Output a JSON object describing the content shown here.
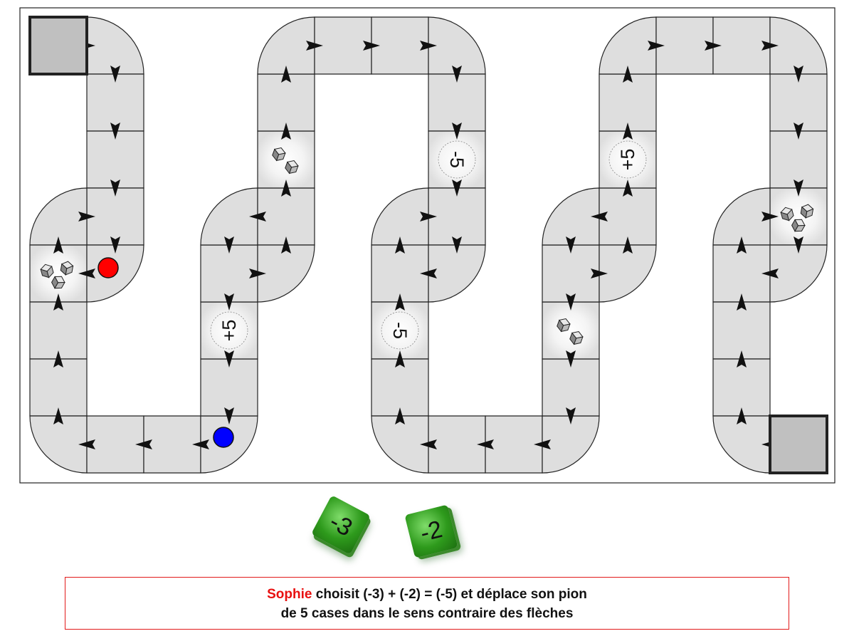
{
  "board": {
    "special_labels": {
      "plus5": "+5",
      "minus5": "-5"
    },
    "pawns": [
      {
        "player": "red",
        "color": "#ff0000"
      },
      {
        "player": "blue",
        "color": "#0000ff"
      }
    ],
    "colors": {
      "cell": "#dedede",
      "home": "#c0c0c0",
      "arrow": "#111111"
    }
  },
  "dice": [
    {
      "value": "-3"
    },
    {
      "value": "-2"
    }
  ],
  "caption": {
    "player_name": "Sophie",
    "line1_rest": " choisit (-3) + (-2) = (-5) et déplace son pion",
    "line2": "de 5 cases dans le sens contraire des flèches"
  }
}
